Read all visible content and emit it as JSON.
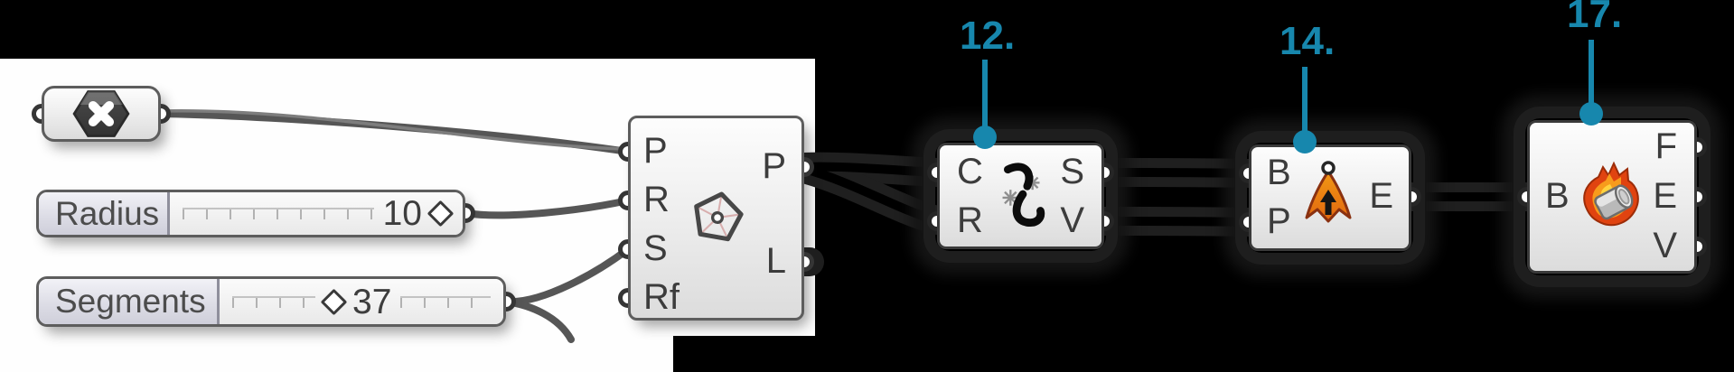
{
  "colors": {
    "background": "#000000",
    "canvas_white": "#fefefe",
    "accent_teal": "#1787ad",
    "wire_gray": "#555555",
    "wire_black": "#000000",
    "component_fill": "#ececec"
  },
  "callouts": [
    {
      "label": "12."
    },
    {
      "label": "14."
    },
    {
      "label": "17."
    }
  ],
  "toggle_node": {
    "icon": "hexagon-x-icon"
  },
  "sliders": [
    {
      "name": "Radius",
      "value": "10",
      "grip": "diamond",
      "grip_side": "after-value"
    },
    {
      "name": "Segments",
      "value": "37",
      "grip": "diamond",
      "grip_side": "before-value"
    }
  ],
  "polygon_component": {
    "icon": "polygon-pentagon-icon",
    "inputs": [
      "P",
      "R",
      "S",
      "Rf"
    ],
    "outputs": [
      "P",
      "L"
    ]
  },
  "component_12": {
    "icon": "shatter-curve-icon",
    "inputs": [
      "C",
      "R"
    ],
    "outputs": [
      "S",
      "V"
    ]
  },
  "component_14": {
    "icon": "extrude-point-icon",
    "inputs": [
      "B",
      "P"
    ],
    "outputs": [
      "E"
    ]
  },
  "component_17": {
    "icon": "deconstruct-brep-icon",
    "inputs": [
      "B"
    ],
    "outputs": [
      "F",
      "E",
      "V"
    ]
  }
}
